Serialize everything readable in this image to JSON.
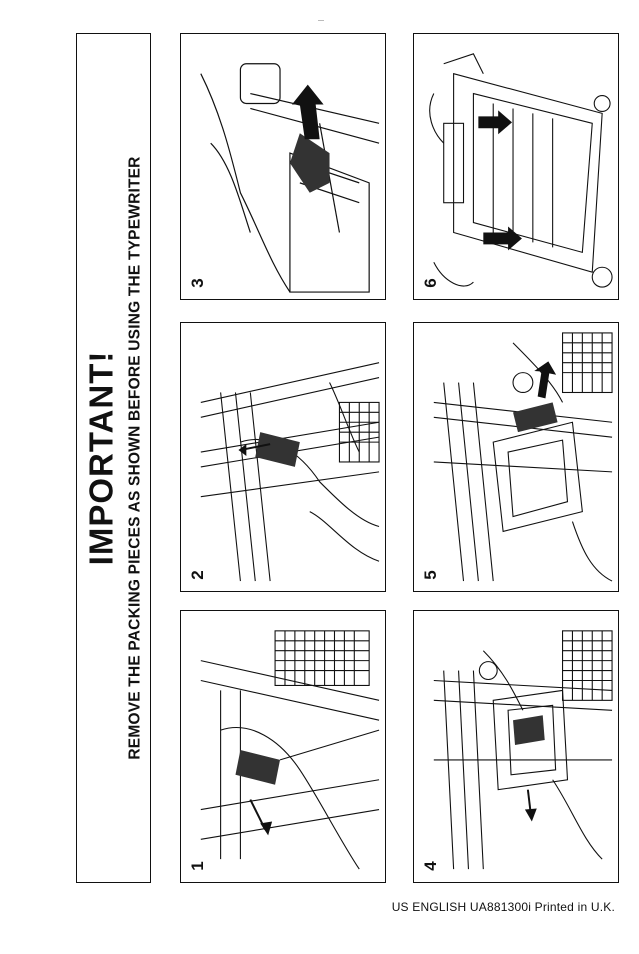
{
  "heading": {
    "title": "IMPORTANT!",
    "subtitle": "REMOVE THE PACKING PIECES AS SHOWN BEFORE USING THE TYPEWRITER"
  },
  "steps": [
    {
      "number": "1",
      "icon": "remove-packing-piece-1-illustration"
    },
    {
      "number": "2",
      "icon": "remove-packing-piece-2-illustration"
    },
    {
      "number": "3",
      "icon": "remove-packing-piece-3-illustration"
    },
    {
      "number": "4",
      "icon": "remove-packing-piece-4-illustration"
    },
    {
      "number": "5",
      "icon": "remove-packing-piece-5-illustration"
    },
    {
      "number": "6",
      "icon": "remove-packing-piece-6-illustration"
    }
  ],
  "footer": {
    "text": "US ENGLISH UA881300i Printed in U.K."
  }
}
